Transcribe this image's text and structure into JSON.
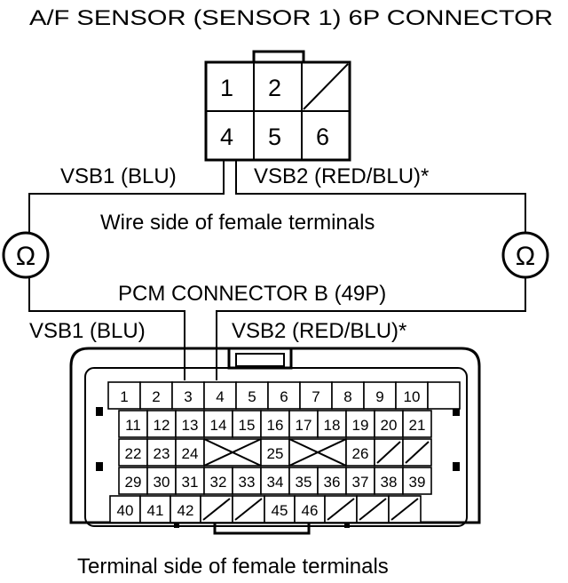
{
  "title": "A/F SENSOR (SENSOR 1) 6P CONNECTOR",
  "sensor_connector": {
    "pins": [
      "1",
      "2",
      "",
      "4",
      "5",
      "6"
    ]
  },
  "labels": {
    "vsb1_top": "VSB1 (BLU)",
    "vsb2_top": "VSB2 (RED/BLU)*",
    "wire_side": "Wire side of female terminals",
    "ohm_left": "Ω",
    "ohm_right": "Ω",
    "pcm_title": "PCM CONNECTOR B (49P)",
    "vsb1_bottom": "VSB1 (BLU)",
    "vsb2_bottom": "VSB2 (RED/BLU)*",
    "terminal_side": "Terminal side of female terminals"
  },
  "pcm_connector": {
    "row1": [
      "1",
      "2",
      "3",
      "4",
      "5",
      "6",
      "7",
      "8",
      "9",
      "10"
    ],
    "row2": [
      "11",
      "12",
      "13",
      "14",
      "15",
      "16",
      "17",
      "18",
      "19",
      "20",
      "21"
    ],
    "row3": [
      "22",
      "23",
      "24",
      "25",
      "26"
    ],
    "row4": [
      "29",
      "30",
      "31",
      "32",
      "33",
      "34",
      "35",
      "36",
      "37",
      "38",
      "39"
    ],
    "row5": [
      "40",
      "41",
      "42",
      "45",
      "46"
    ]
  }
}
